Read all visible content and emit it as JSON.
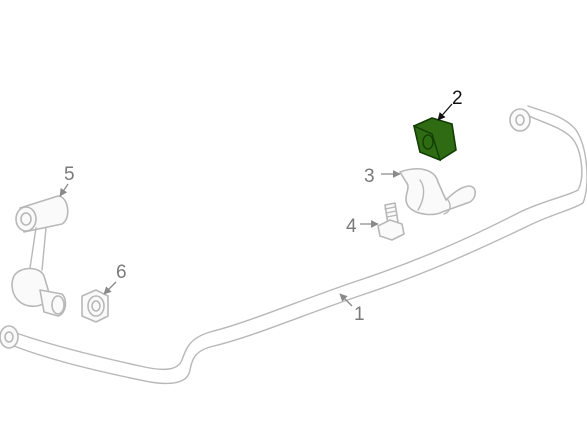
{
  "callouts": {
    "c1": "1",
    "c2": "2",
    "c3": "3",
    "c4": "4",
    "c5": "5",
    "c6": "6"
  },
  "highlight_color": "#2e6b12",
  "highlight_dark": "#123d05"
}
